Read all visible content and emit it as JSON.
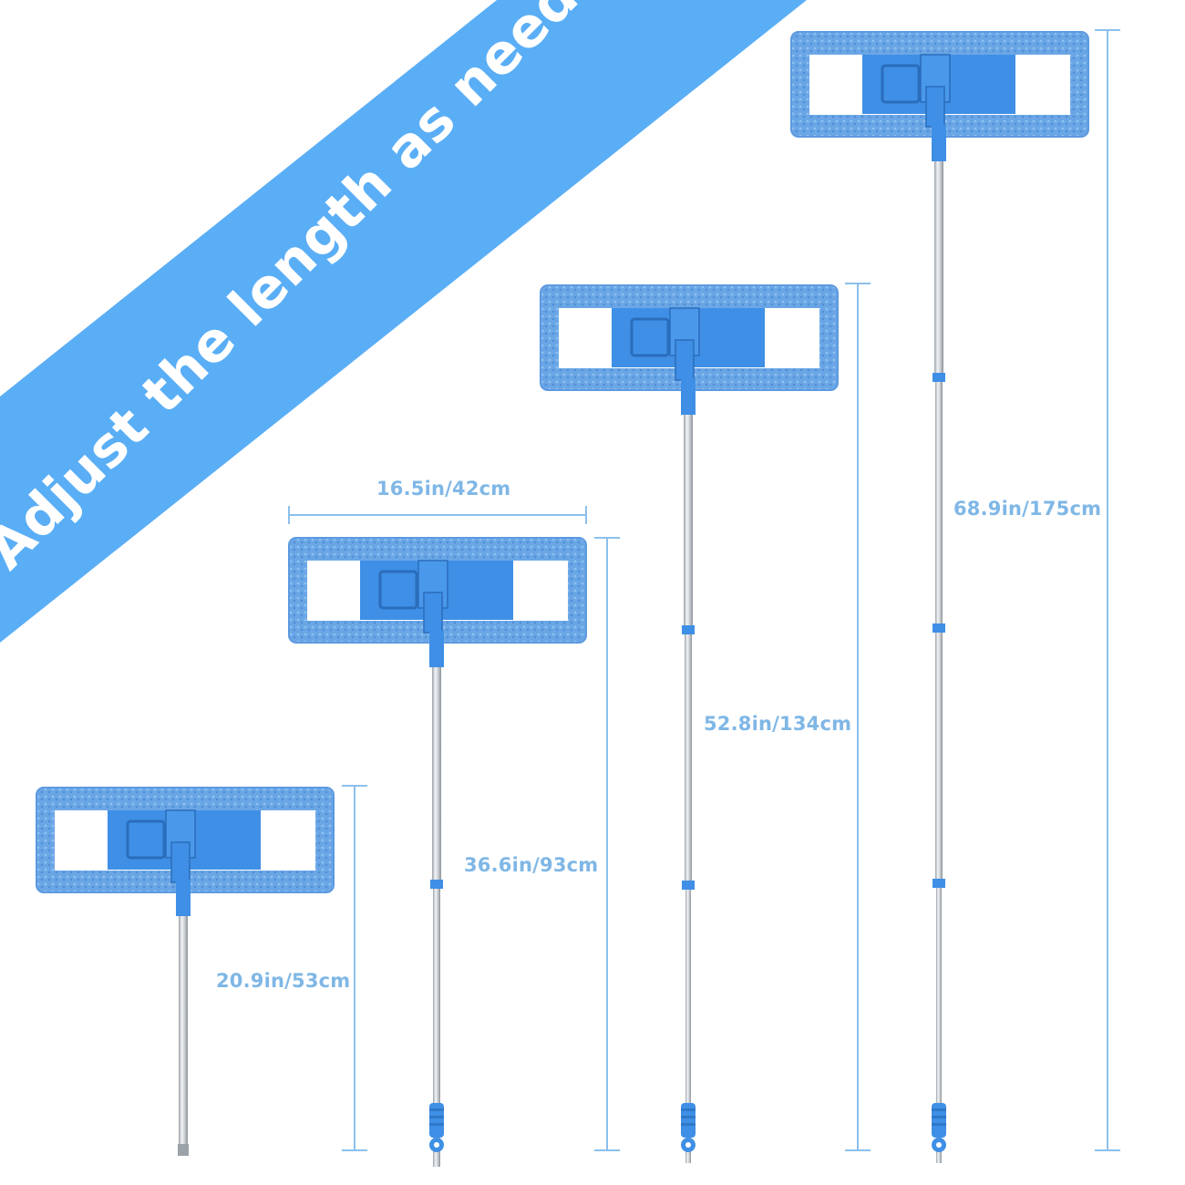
{
  "banner": {
    "text": "Adjust the length as needed",
    "color": "#5aaef6"
  },
  "measurements": {
    "pad_width": "16.5in/42cm",
    "lengths": [
      "20.9in/53cm",
      "36.6in/93cm",
      "52.8in/134cm",
      "68.9in/175cm"
    ]
  },
  "colors": {
    "mop_blue": "#3f8fe6",
    "pad_fabric": "#6aa6e6",
    "handle_silver": "#c9ced3",
    "dimension_line": "#8cc0ec",
    "dimension_text": "#7fb7e6"
  }
}
